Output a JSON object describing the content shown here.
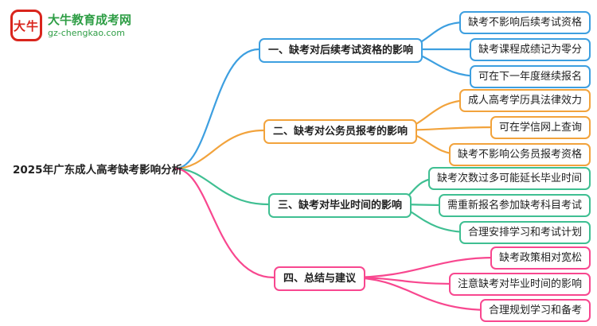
{
  "page": {
    "background": "#ffffff"
  },
  "logo": {
    "icon_text": "大牛",
    "brand": "大牛教育成考网",
    "domain": "gz-chengkao.com",
    "brand_color": "#2f9e46",
    "icon_color": "#d9251d"
  },
  "root": {
    "label": "2025年广东成人高考缺考影响分析"
  },
  "branches": [
    {
      "label": "一、缺考对后续考试资格的影响",
      "color": "#3d9fe0",
      "children": [
        "缺考不影响后续考试资格",
        "缺考课程成绩记为零分",
        "可在下一年度继续报名"
      ]
    },
    {
      "label": "二、缺考对公务员报考的影响",
      "color": "#f2a33c",
      "children": [
        "成人高考学历具法律效力",
        "可在学信网上查询",
        "缺考不影响公务员报考资格"
      ]
    },
    {
      "label": "三、缺考对毕业时间的影响",
      "color": "#3fbf92",
      "children": [
        "缺考次数过多可能延长毕业时间",
        "需重新报名参加缺考科目考试",
        "合理安排学习和考试计划"
      ]
    },
    {
      "label": "四、总结与建议",
      "color": "#f8478f",
      "children": [
        "缺考政策相对宽松",
        "注意缺考对毕业时间的影响",
        "合理规划学习和备考"
      ]
    }
  ]
}
